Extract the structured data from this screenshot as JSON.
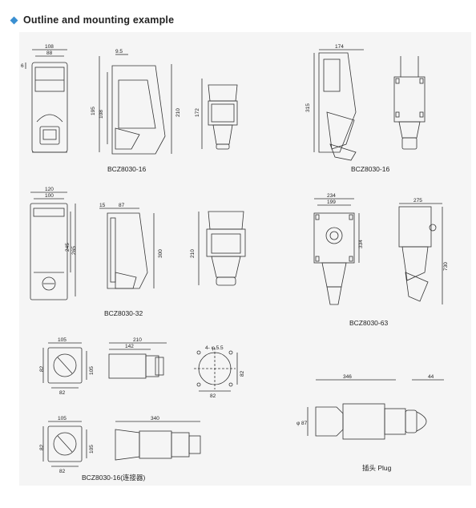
{
  "header": {
    "title": "Outline and mounting example"
  },
  "labels": {
    "bcz_16_left": "BCZ8030-16",
    "bcz_16_right": "BCZ8030-16",
    "bcz_32": "BCZ8030-32",
    "bcz_63": "BCZ8030-63",
    "bcz_16_connector": "BCZ8030-16(连接器)",
    "plug": "插头 Plug"
  },
  "dimensions": {
    "d108": "108",
    "d88": "88",
    "d6": "6",
    "d195": "195",
    "d108v": "108",
    "d9_5": "9.5",
    "d210a": "210",
    "d172": "172",
    "d174": "174",
    "d315": "315",
    "d120": "120",
    "d100": "100",
    "d245": "245",
    "d265": "265",
    "d15": "15",
    "d87": "87",
    "d300": "300",
    "d210b": "210",
    "d234": "234",
    "d199": "199",
    "d334": "334",
    "d275": "275",
    "d730": "730",
    "d105a": "105",
    "d82a": "82",
    "d105av": "105",
    "d82av": "82",
    "d210c": "210",
    "d142": "142",
    "d4hole": "4- φ 5.5",
    "d82c": "82",
    "d82cv": "82",
    "d346": "346",
    "d44": "44",
    "d87phi": "φ 87",
    "d105b": "105",
    "d82b": "82",
    "d105bv": "105",
    "d82bv": "82",
    "d340": "340"
  }
}
